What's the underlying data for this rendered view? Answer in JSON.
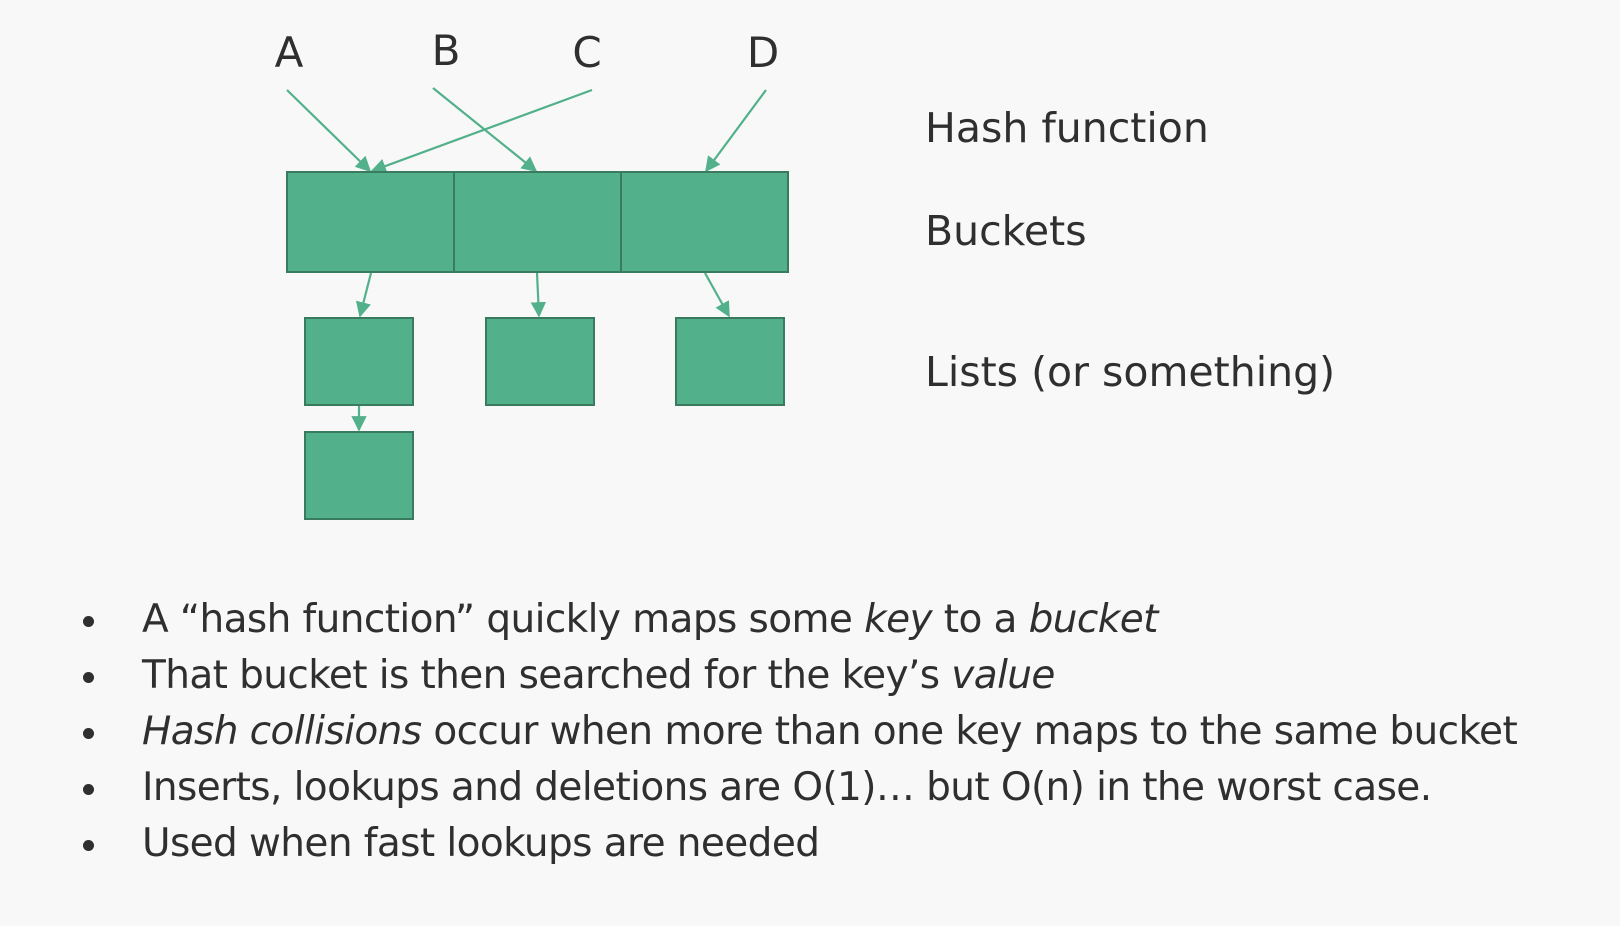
{
  "diagram": {
    "keys": [
      "A",
      "B",
      "C",
      "D"
    ],
    "labels": {
      "hash_function": "Hash function",
      "buckets": "Buckets",
      "lists": "Lists (or something)"
    },
    "colors": {
      "fill": "#52b08a",
      "stroke": "#3a7a5f",
      "arrow": "#52b08a"
    }
  },
  "bullets": [
    {
      "parts": [
        {
          "text": "A “hash function” quickly maps some "
        },
        {
          "text": "key",
          "italic": true
        },
        {
          "text": " to a "
        },
        {
          "text": "bucket",
          "italic": true
        }
      ]
    },
    {
      "parts": [
        {
          "text": "That bucket is then searched for the key’s "
        },
        {
          "text": "value",
          "italic": true
        }
      ]
    },
    {
      "parts": [
        {
          "text": "Hash collisions",
          "italic": true
        },
        {
          "text": " occur when more than one key maps to the same bucket"
        }
      ]
    },
    {
      "parts": [
        {
          "text": "Inserts, lookups and deletions are O(1)… but O(n) in the worst case."
        }
      ]
    },
    {
      "parts": [
        {
          "text": "Used when fast lookups are needed"
        }
      ]
    }
  ]
}
